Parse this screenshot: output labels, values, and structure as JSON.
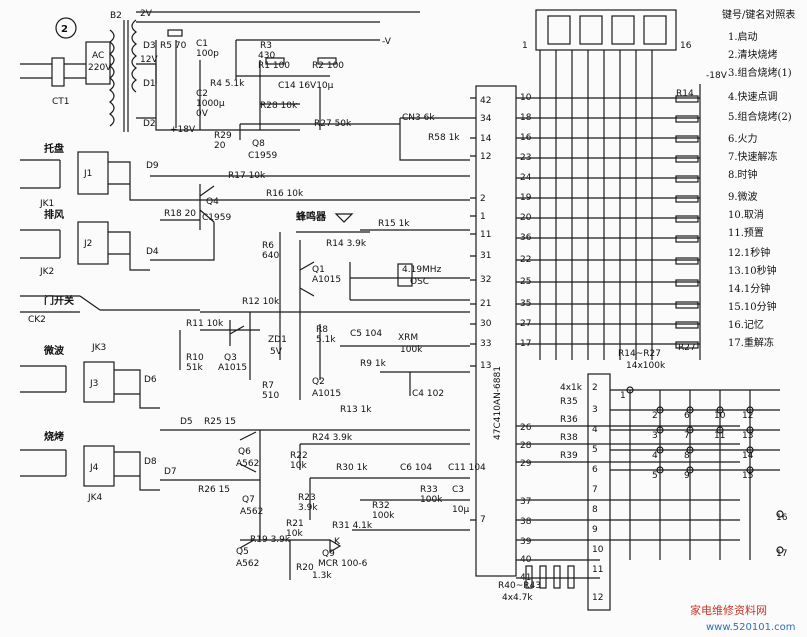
{
  "diagram": {
    "figure_number": "2",
    "ic": {
      "part": "47C410AN-6881"
    },
    "pins_left": [
      "42",
      "34",
      "14",
      "12",
      "2",
      "1",
      "11",
      "31",
      "32",
      "21",
      "30",
      "33",
      "13",
      "26",
      "28",
      "29",
      "37",
      "38",
      "39",
      "40",
      "41",
      "7"
    ],
    "pins_right": [
      "10",
      "18",
      "16",
      "23",
      "24",
      "19",
      "20",
      "36",
      "22",
      "25",
      "35",
      "27",
      "17",
      "2",
      "3",
      "4",
      "5",
      "6",
      "7",
      "8",
      "9",
      "10",
      "11",
      "12"
    ],
    "display_pins": {
      "left": "1",
      "right": "16"
    },
    "components": {
      "B2": "B2",
      "v2": "2V",
      "v12": "12V",
      "D3": "D3",
      "D1": "D1",
      "D2": "D2",
      "R5": "R5 70",
      "C1": "C1",
      "C1v": "100p",
      "R3": "R3",
      "R3v": "430",
      "R1": "R1 100",
      "R2": "R2 100",
      "neg_v": "-V",
      "R4": "R4 5.1k",
      "C2": "C2",
      "C2v": "1000μ",
      "v0": "0V",
      "C14": "C14 16V10μ",
      "R28": "R28 10k",
      "p18v": "+18V",
      "R29": "R29",
      "R29v": "20",
      "Q8": "Q8",
      "Q8v": "C1959",
      "R27": "R27 50k",
      "R17": "R17 10k",
      "R16": "R16 10k",
      "Q4": "Q4",
      "Q4v": "C1959",
      "R18": "R18 20",
      "buzzer": "蜂鸣器",
      "R15": "R15 1k",
      "R14": "R14 3.9k",
      "R6": "R6",
      "R6v": "640",
      "Q1": "Q1",
      "Q1v": "A1015",
      "osc_f": "4.19MHz",
      "osc": "OSC",
      "R12": "R12 10k",
      "R11": "R11 10k",
      "R10": "R10",
      "R10v": "51k",
      "Q3": "Q3",
      "Q3v": "A1015",
      "ZD1": "ZD1",
      "ZD1v": "5V",
      "R8": "R8",
      "R8v": "5.1k",
      "C5": "C5 104",
      "RX": "XRM",
      "R100k": "100k",
      "R9": "R9 1k",
      "R7": "R7",
      "R7v": "510",
      "Q2": "Q2",
      "Q2v": "A1015",
      "C4": "C4 102",
      "R13": "R13 1k",
      "D5": "D5",
      "R25": "R25 15",
      "R24": "R24 3.9k",
      "Q6": "Q6",
      "Q6v": "A562",
      "R22": "R22",
      "R22v": "10k",
      "D7": "D7",
      "R26": "R26 15",
      "R30": "R30 1k",
      "C6": "C6 104",
      "C11": "C11 104",
      "R23": "R23",
      "R23v": "3.9k",
      "Q7": "Q7",
      "Q7v": "A562",
      "R33": "R33",
      "R33v": "100k",
      "R32": "R32",
      "R32v": "100k",
      "C3": "C3",
      "C3v": "10μ",
      "R21": "R21",
      "R21v": "10k",
      "R31": "R31 4.1k",
      "R19": "R19 3.9k",
      "Q5": "Q5",
      "Q5v": "A562",
      "Q9": "Q9",
      "MCR": "MCR 100-6",
      "R20": "R20",
      "R20v": "1.3k",
      "K": "K",
      "R14_R27": "R14~R27",
      "R14_R27v": "14x100k",
      "R14b": "R14",
      "R27b": "R27",
      "neg18": "-18V",
      "CN3": "CN3 6k",
      "R58": "R58 1k",
      "R35": "R35",
      "R36": "R36",
      "R38": "R38",
      "R39": "R39",
      "rnet": "4x1k",
      "R40": "R40~R43",
      "R40v": "4x4.7k",
      "CT1": "CT1",
      "AC": "AC",
      "AC220": "220V",
      "JK1": "JK1",
      "JK2": "JK2",
      "JK3": "JK3",
      "JK4": "JK4",
      "J1": "J1",
      "J2": "J2",
      "J3": "J3",
      "J4": "J4",
      "D9": "D9",
      "D4": "D4",
      "D6": "D6",
      "D8": "D8",
      "CK2": "CK2"
    },
    "relay_labels": {
      "tray": "托盘",
      "fan": "排风",
      "door": "门开关",
      "micro": "微波",
      "grill": "烧烤"
    },
    "key_legend": {
      "title": "键号/键名对照表",
      "items": [
        "1.启动",
        "2.清块烧烤",
        "3.组合烧烤(1)",
        "4.快速点调",
        "5.组合烧烤(2)",
        "6.火力",
        "7.快速解冻",
        "8.时钟",
        "9.微波",
        "10.取消",
        "11.预置",
        "12.1秒钟",
        "13.10秒钟",
        "14.1分钟",
        "15.10分钟",
        "16.记忆",
        "17.重解冻"
      ]
    },
    "keypad_numbers": [
      "1",
      "2",
      "3",
      "4",
      "5",
      "6",
      "7",
      "8",
      "9",
      "10",
      "11",
      "12",
      "13",
      "14",
      "15",
      "16",
      "17"
    ],
    "watermark": {
      "cn": "家电维修资料网",
      "url": "www.520101.com"
    }
  }
}
